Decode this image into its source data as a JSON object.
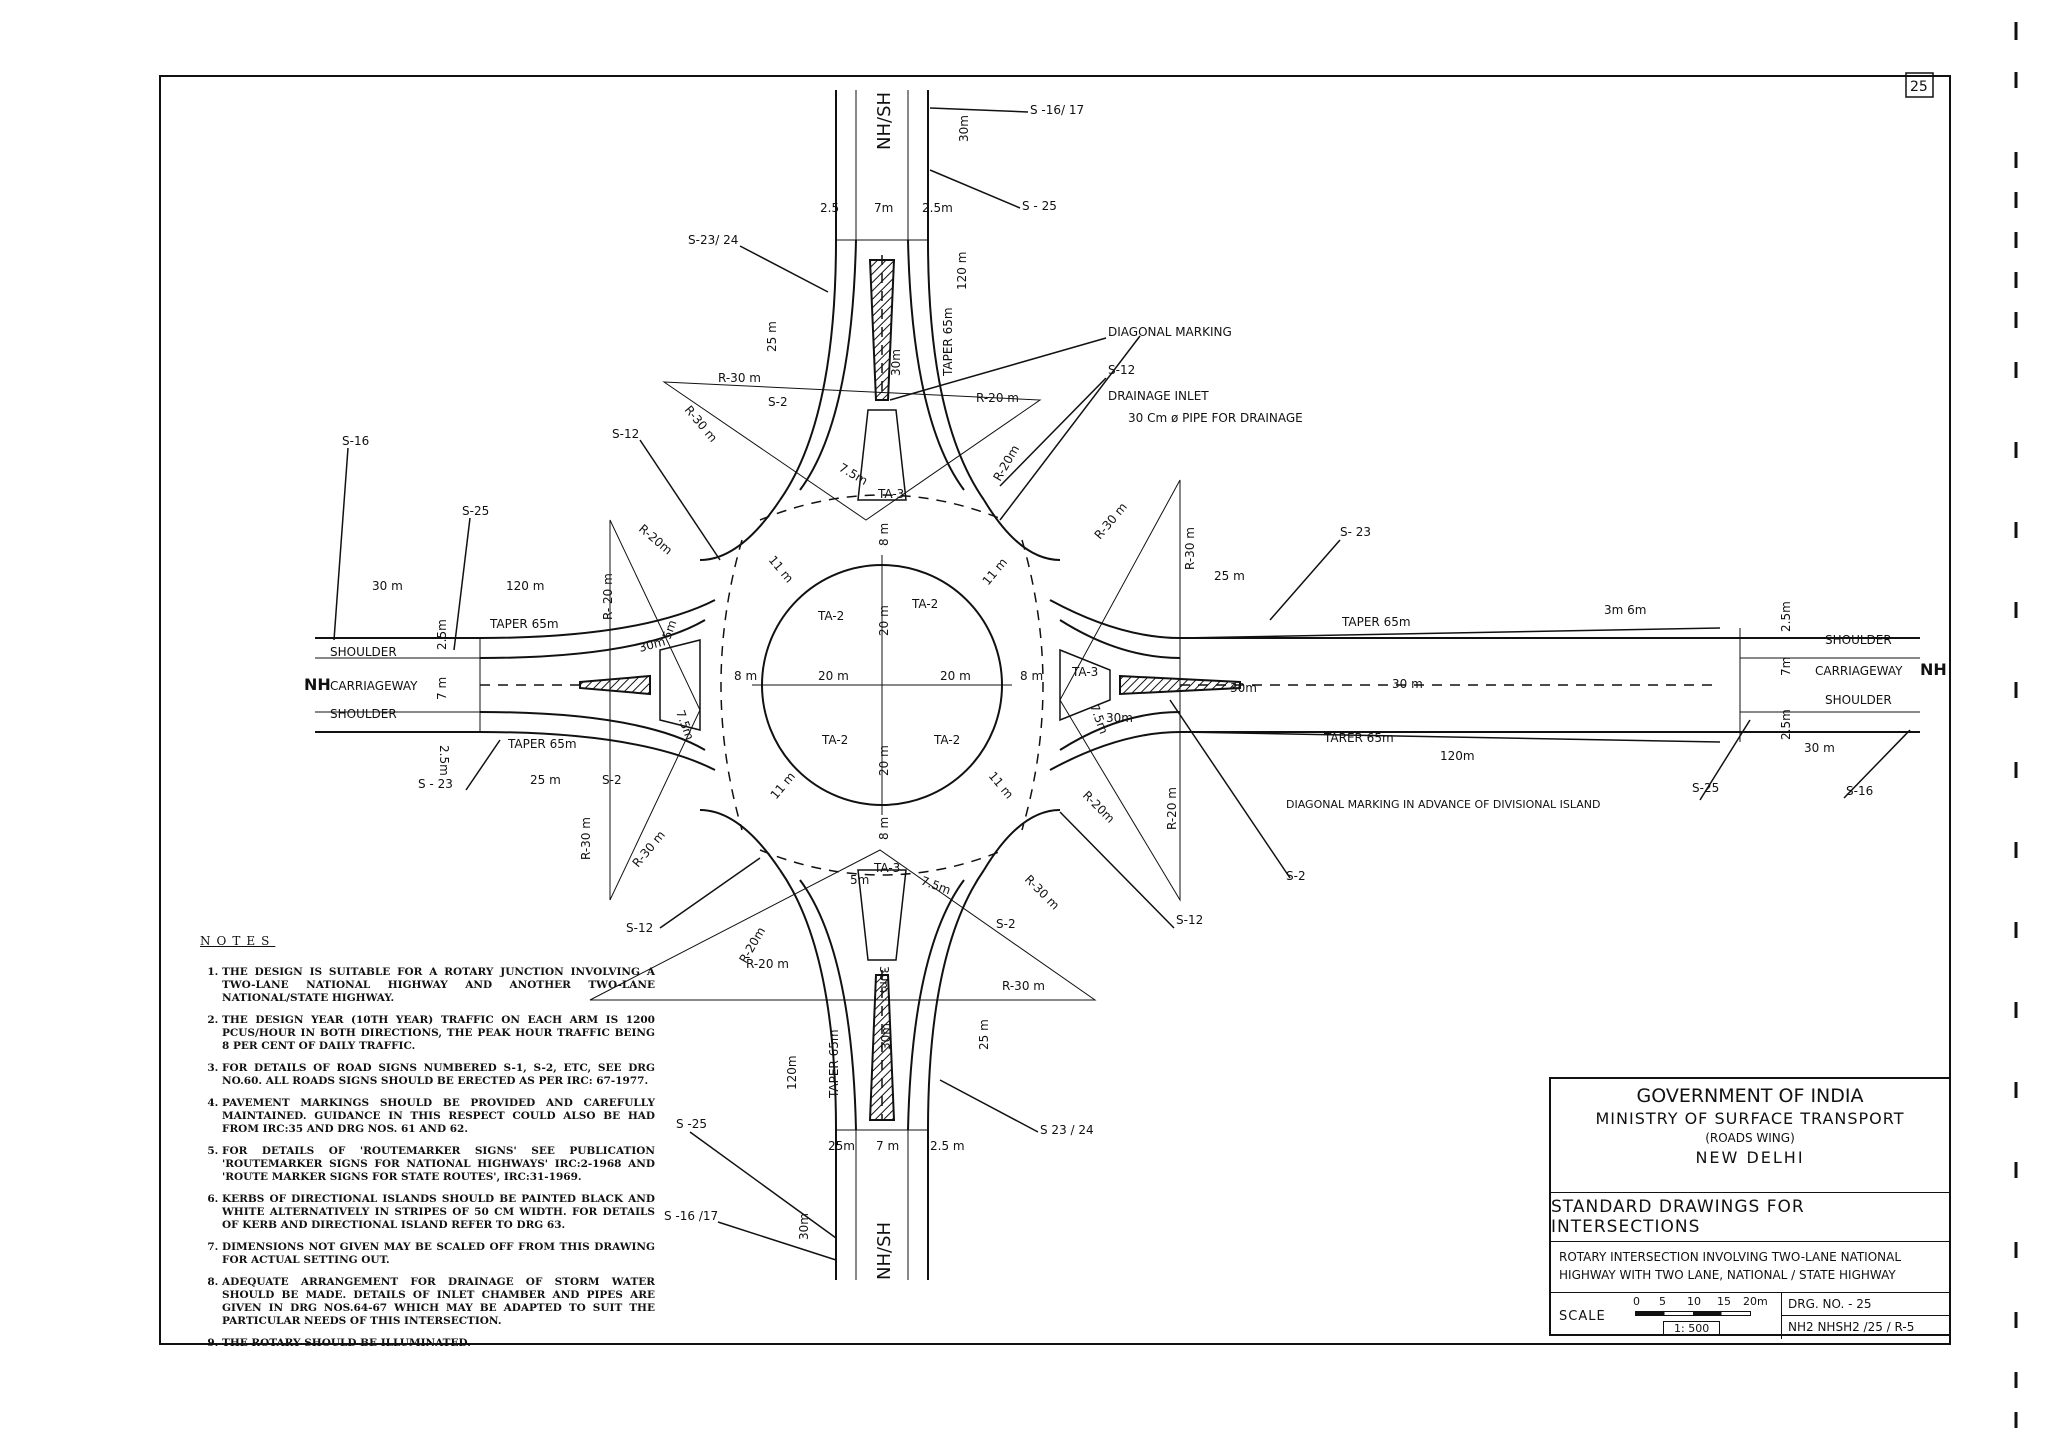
{
  "sheet": {
    "number": "25"
  },
  "roads": {
    "top": "NH/SH",
    "bottom": "NH/SH",
    "left_nh": "NH",
    "right_nh": "NH",
    "carriageway": "CARRIAGEWAY",
    "shoulder": "SHOULDER"
  },
  "signs": {
    "s16_17": "S -16/ 17",
    "s25": "S - 25",
    "s23_24": "S-23/ 24",
    "s2": "S-2",
    "s12": "S-12",
    "s16": "S-16",
    "s25_left": "S-25",
    "s23_left": "S - 23",
    "s23_right": "S- 23",
    "s2_b": "S-2",
    "s12_b": "S-12",
    "s2_c": "S-2",
    "s12_c": "S-12",
    "s25_right": "S-25",
    "s16_right": "S-16",
    "s2_d": "S-2",
    "s25_bottom": "S -25",
    "s16_17_bottom": "S -16 /17",
    "s23_24_bottom": "S 23 / 24"
  },
  "callouts": {
    "diagonal_marking": "DIAGONAL MARKING",
    "drainage_inlet": "DRAINAGE INLET",
    "pipe": "30 Cm ø PIPE FOR DRAINAGE",
    "diagonal_advance": "DIAGONAL MARKING IN ADVANCE OF DIVISIONAL ISLAND"
  },
  "dims": {
    "d30m": "30m",
    "d2_5": "2.5",
    "d7m": "7m",
    "d2_5m": "2.5m",
    "d120m": "120 m",
    "d25m": "25 m",
    "taper65": "TAPER 65m",
    "d30m_v": "30m",
    "r30m": "R-30 m",
    "r20m": "R-20 m",
    "r30m_diag": "R-30 m",
    "r20m_diag": "R-20m",
    "d7_5m": "7.5m",
    "d20m": "20 m",
    "d8m": "8 m",
    "d11m": "11 m",
    "d5m": "5m",
    "left_30m": "30 m",
    "left_120m": "120 m",
    "left_taper": "TAPER 65m",
    "left_r20": "R- 20 m",
    "left_25m": "25 m",
    "left_2_5m": "2.5m",
    "left_7m": "7 m",
    "right_25m": "25 m",
    "right_taper": "TAPER 65m",
    "right_3m6m": "3m 6m",
    "right_30m": "30 m",
    "right_tarer": "TARER 65m",
    "right_120m": "120m",
    "right_r30": "R-30 m",
    "right_7m": "7m",
    "right_2_5m": "2.5m",
    "bot_120m": "120m",
    "bot_taper": "TAPER 65m",
    "bot_25m": "25 m",
    "bot_30m": "30m",
    "bot_2_5m": "25m",
    "bot_7m": "7 m",
    "bot_2_5m_r": "2.5 m",
    "ta2": "TA-2",
    "ta3": "TA-3"
  },
  "notes": {
    "heading": "NOTES",
    "items": [
      "The design is suitable for a rotary junction involving a two-lane national highway and another two-lane national/state highway.",
      "The design year (10th year) traffic on each arm is 1200 PCUS/hour in both directions, the peak hour traffic being 8 per cent of daily traffic.",
      "For details of road signs numbered S-1, S-2, etc, see DRG No.60. All roads signs should be erected as per IRC: 67-1977.",
      "Pavement markings should be provided and carefully maintained. Guidance in this respect could also be had from IRC:35 and DRG Nos. 61 and 62.",
      "For details of 'Routemarker Signs' see publication 'Routemarker Signs for National Highways' IRC:2-1968 and 'Route Marker Signs for State Routes', IRC:31-1969.",
      "Kerbs of directional islands should be painted black and white alternatively in stripes of 50 cm width. For details of kerb and directional island refer to DRG 63.",
      "Dimensions not given may be scaled off from this drawing for actual setting out.",
      "Adequate arrangement for drainage of storm water should be made. Details of inlet chamber and pipes are given in DRG Nos.64-67 which may be adapted to suit the particular needs of this intersection.",
      "The rotary should be illuminated."
    ]
  },
  "title_block": {
    "org1": "GOVERNMENT OF INDIA",
    "org2": "MINISTRY OF SURFACE TRANSPORT",
    "org3": "(ROADS WING)",
    "org4": "NEW DELHI",
    "standard": "STANDARD DRAWINGS FOR INTERSECTIONS",
    "desc1": "ROTARY INTERSECTION INVOLVING TWO-LANE NATIONAL",
    "desc2": "HIGHWAY WITH TWO LANE, NATIONAL / STATE HIGHWAY",
    "scale_label": "SCALE",
    "scale_ticks": [
      "0",
      "5",
      "10",
      "15",
      "20m"
    ],
    "scale_ratio": "1: 500",
    "drg_no": "DRG. NO. - 25",
    "drg_code": "NH2 NHSH2 /25 / R-5"
  }
}
